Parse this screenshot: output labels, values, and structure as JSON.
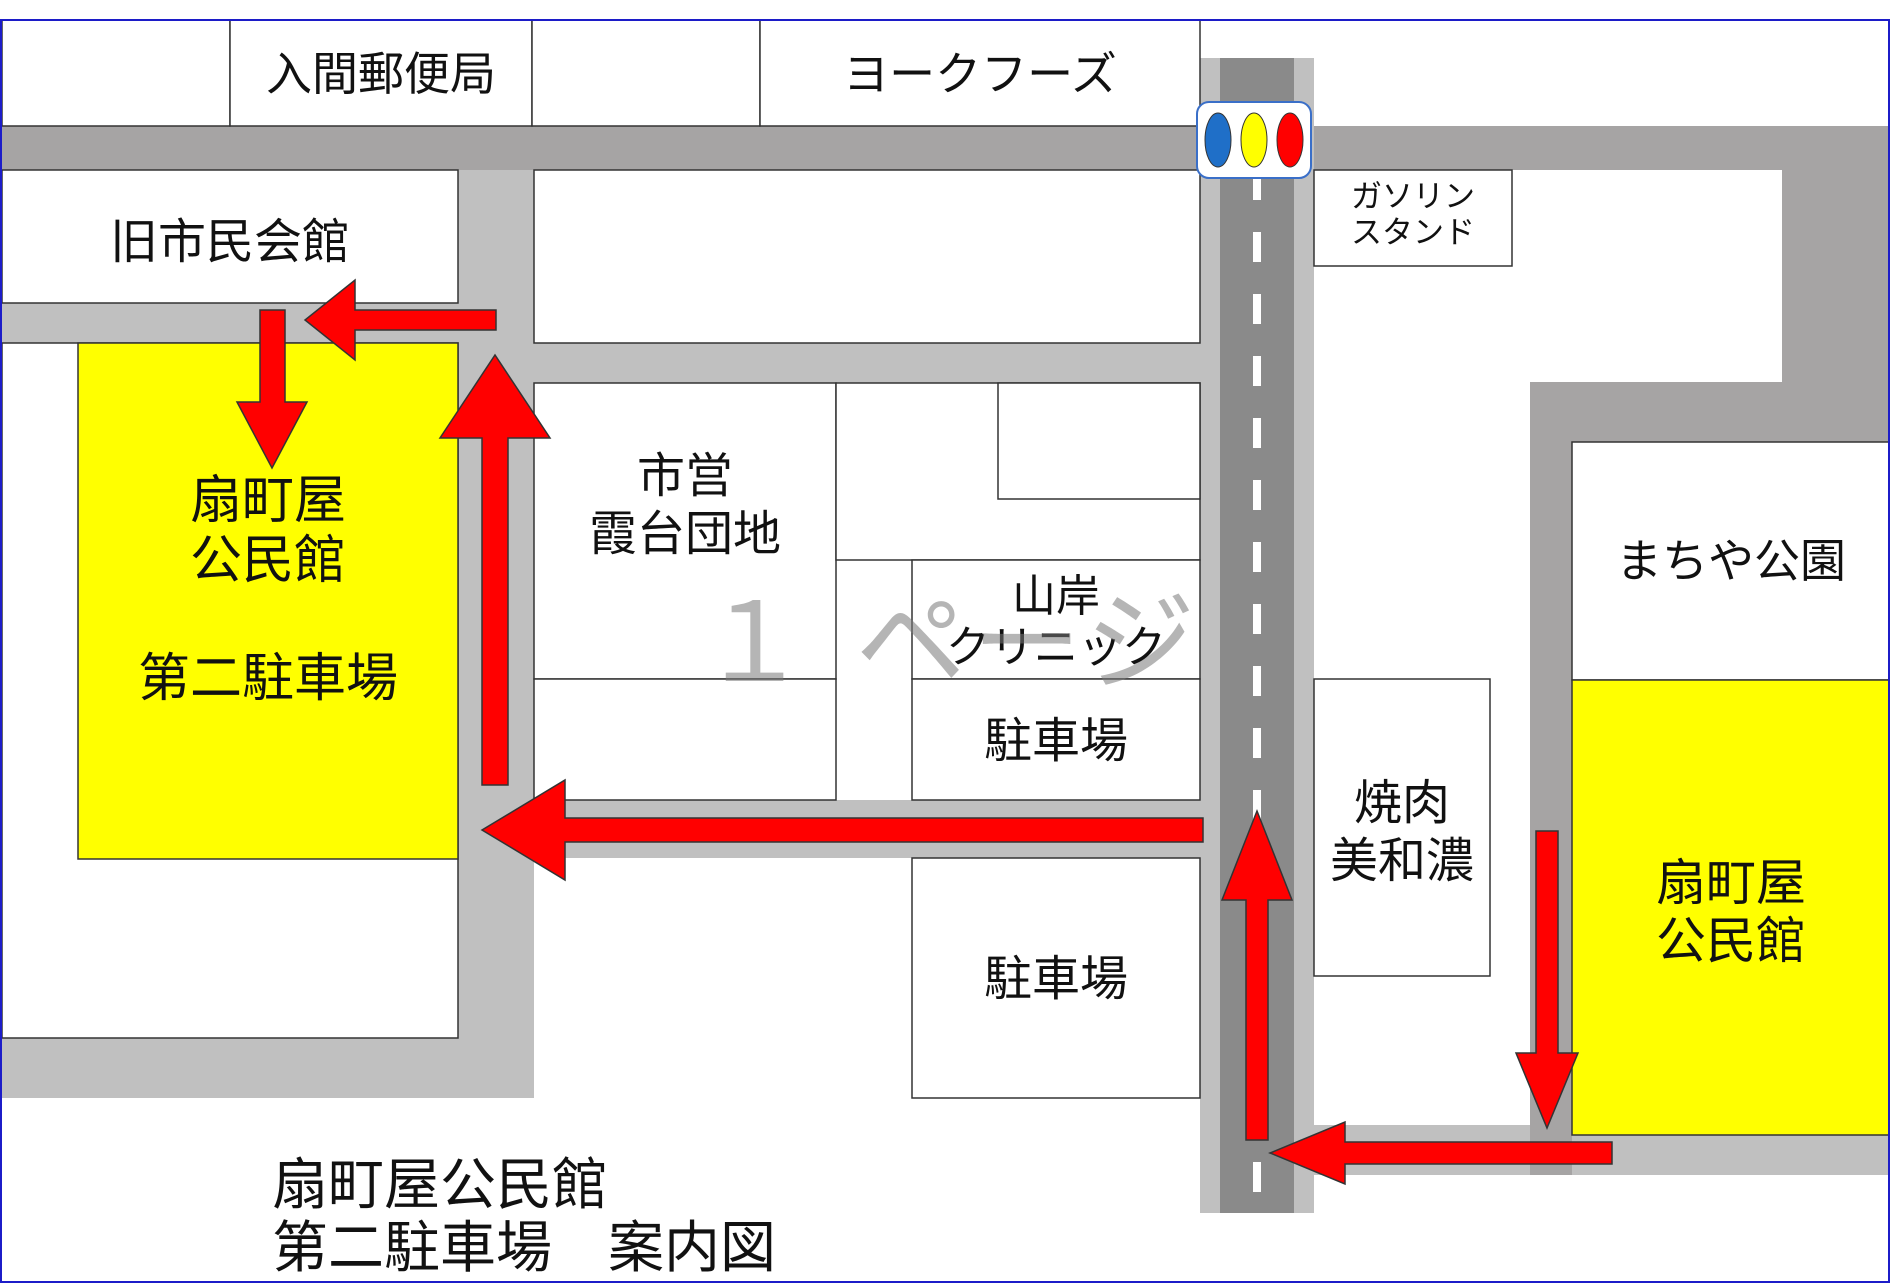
{
  "map": {
    "colors": {
      "road": "#c0c0c0",
      "road_dark": "#a6a4a4",
      "main_road": "#8a8a8a",
      "building": "#ffffff",
      "highlight": "#ffff00",
      "arrow": "#ff0000",
      "border": "#1c1cc8"
    },
    "labels": {
      "post_office": "入間郵便局",
      "york_foods": "ヨークフーズ",
      "old_hall": "旧市民会館",
      "gas_station_1": "ガソリン",
      "gas_station_2": "スタンド",
      "housing_1": "市営",
      "housing_2": "霞台団地",
      "clinic_1": "山岸",
      "clinic_2": "クリニック",
      "parking_upper": "駐車場",
      "parking_lower": "駐車場",
      "yakiniku_1": "焼肉",
      "yakiniku_2": "美和濃",
      "park": "まちや公園",
      "second_lot_1": "扇町屋",
      "second_lot_2": "公民館",
      "second_lot_3": "第二駐車場",
      "hall_1": "扇町屋",
      "hall_2": "公民館",
      "watermark": "１ ページ",
      "caption_1": "扇町屋公民館",
      "caption_2": "第二駐車場　案内図"
    },
    "traffic_light": {
      "icon": "traffic-signal-icon",
      "lamps": [
        "#1f6fc8",
        "#ffff00",
        "#ff0000"
      ]
    }
  }
}
